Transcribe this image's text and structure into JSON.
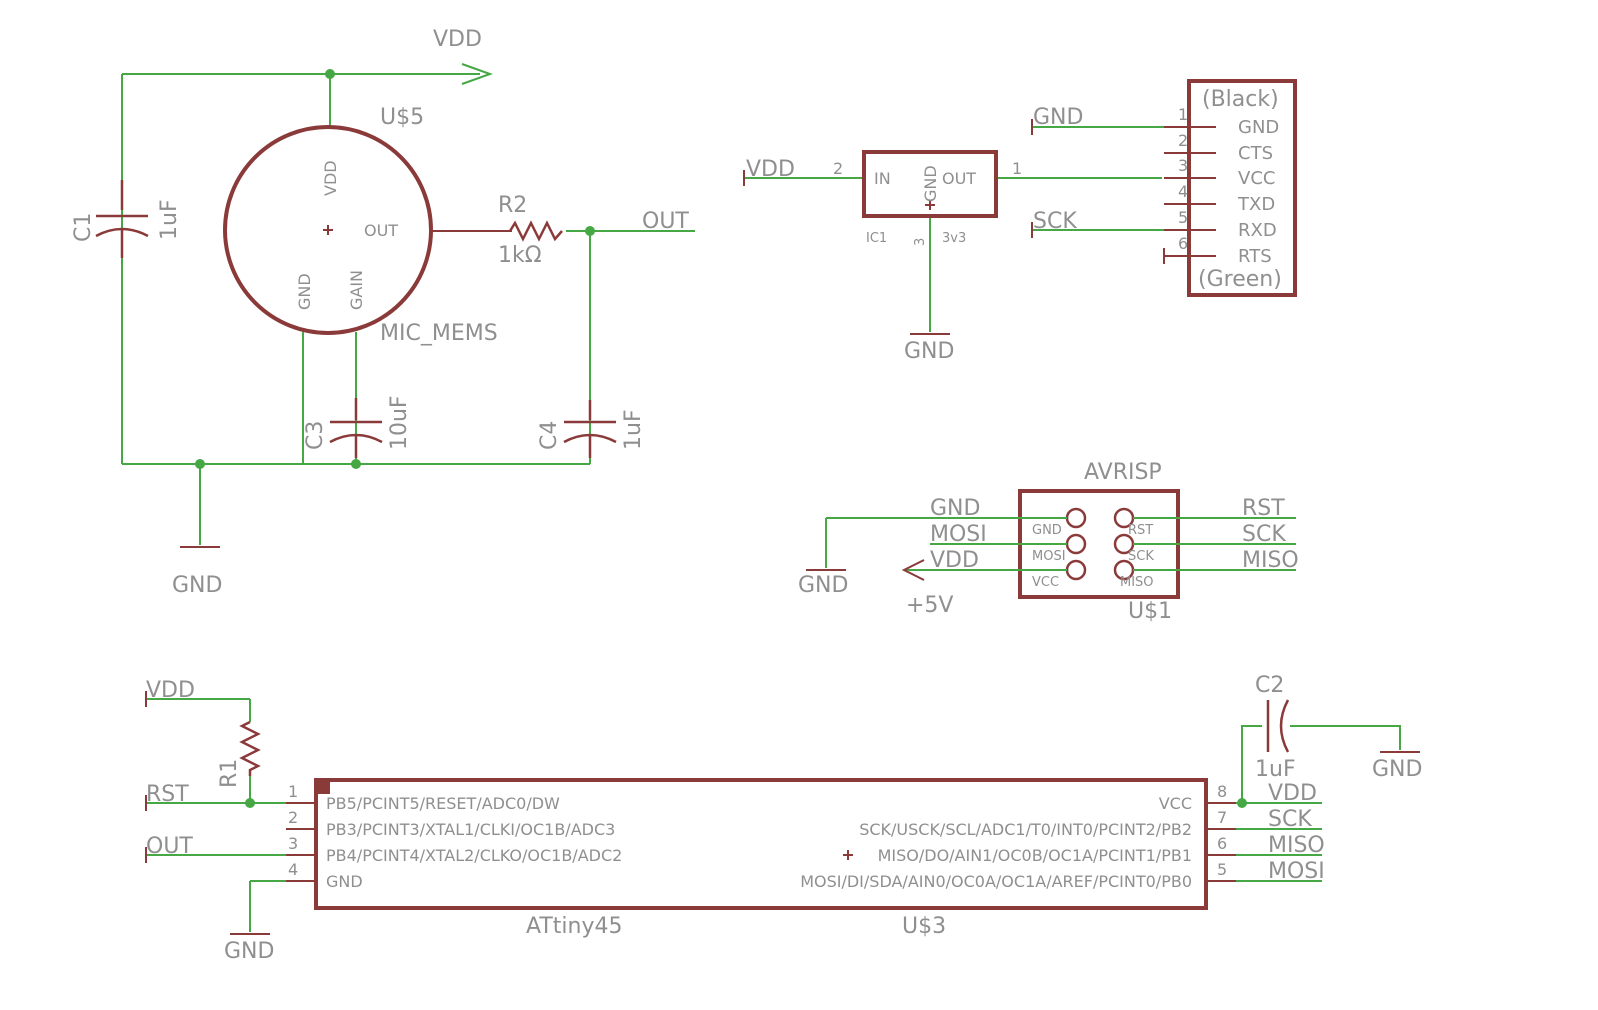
{
  "colors": {
    "wire": "#45a845",
    "part": "#8b3a3a",
    "text": "#8f8f8f",
    "background": "#ffffff"
  },
  "mic": {
    "name": "U$5",
    "value": "MIC_MEMS",
    "pins": {
      "vdd": "VDD",
      "out": "OUT",
      "gnd": "GND",
      "gain": "GAIN"
    }
  },
  "c1": {
    "name": "C1",
    "value": "1uF"
  },
  "c3": {
    "name": "C3",
    "value": "10uF"
  },
  "c4": {
    "name": "C4",
    "value": "1uF"
  },
  "c2": {
    "name": "C2",
    "value": "1uF"
  },
  "r2": {
    "name": "R2",
    "value": "1kΩ"
  },
  "r1": {
    "name": "R1"
  },
  "regulator": {
    "name": "IC1",
    "value": "3v3",
    "pins": {
      "in": "IN",
      "gnd": "GND",
      "out": "OUT"
    },
    "pin_numbers": {
      "in": "2",
      "out": "1",
      "gnd": "3"
    }
  },
  "ftdi": {
    "top": "(Black)",
    "bottom": "(Green)",
    "pins": [
      {
        "number": "1",
        "name": "GND"
      },
      {
        "number": "2",
        "name": "CTS"
      },
      {
        "number": "3",
        "name": "VCC"
      },
      {
        "number": "4",
        "name": "TXD"
      },
      {
        "number": "5",
        "name": "RXD"
      },
      {
        "number": "6",
        "name": "RTS"
      }
    ]
  },
  "avrisp": {
    "name": "U$1",
    "value": "AVRISP",
    "left_pins": [
      "GND",
      "MOSI",
      "VCC"
    ],
    "right_pins": [
      "RST",
      "SCK",
      "MISO"
    ]
  },
  "attiny": {
    "name": "U$3",
    "value": "ATtiny45",
    "left_pins": [
      {
        "number": "1",
        "name": "PB5/PCINT5/RESET/ADC0/DW"
      },
      {
        "number": "2",
        "name": "PB3/PCINT3/XTAL1/CLKI/OC1B/ADC3"
      },
      {
        "number": "3",
        "name": "PB4/PCINT4/XTAL2/CLKO/OC1B/ADC2"
      },
      {
        "number": "4",
        "name": "GND"
      }
    ],
    "right_pins": [
      {
        "number": "8",
        "name": "VCC"
      },
      {
        "number": "7",
        "name": "SCK/USCK/SCL/ADC1/T0/INT0/PCINT2/PB2"
      },
      {
        "number": "6",
        "name": "MISO/DO/AIN1/OC0B/OC1A/PCINT1/PB1"
      },
      {
        "number": "5",
        "name": "MOSI/DI/SDA/AIN0/OC0A/OC1A/AREF/PCINT0/PB0"
      }
    ]
  },
  "nets": {
    "vdd_top": "VDD",
    "gnd_mic": "GND",
    "out_mic": "OUT",
    "vdd_reg": "VDD",
    "gnd_reg": "GND",
    "gnd_ftdi": "GND",
    "sck_ftdi": "SCK",
    "isp_gnd": "GND",
    "isp_mosi": "MOSI",
    "isp_vdd": "VDD",
    "isp_rst": "RST",
    "isp_sck": "SCK",
    "isp_miso": "MISO",
    "isp_gnd_sym": "GND",
    "isp_supply": "+5V",
    "att_vdd": "VDD",
    "att_rst": "RST",
    "att_out": "OUT",
    "att_gnd": "GND",
    "att_vdd_r": "VDD",
    "att_sck": "SCK",
    "att_miso": "MISO",
    "att_mosi": "MOSI",
    "c2_gnd": "GND"
  }
}
